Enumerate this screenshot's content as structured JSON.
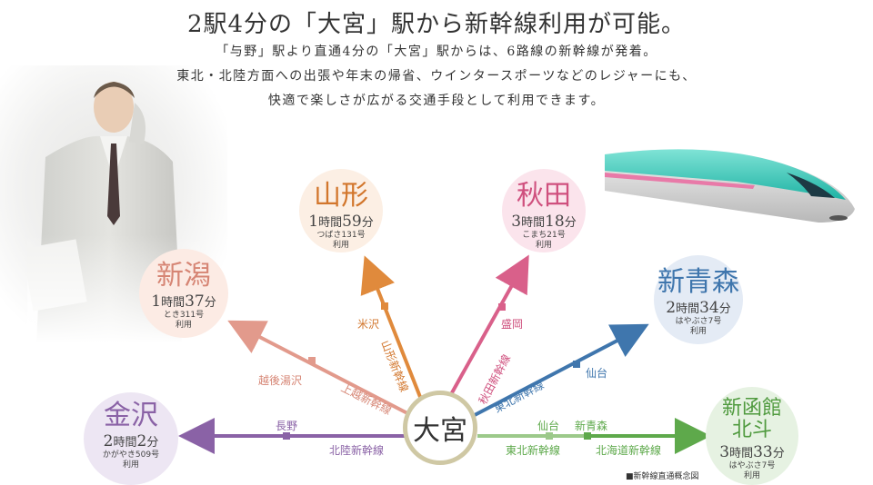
{
  "title": "2駅4分の「大宮」駅から新幹線利用が可能。",
  "lead": [
    "「与野」駅より直通4分の「大宮」駅からは、6路線の新幹線が発着。",
    "東北・北陸方面への出張や年末の帰省、ウインタースポーツなどのレジャーにも、",
    "快適で楽しさが広がる交通手段として利用できます。"
  ],
  "hub": "大宮",
  "destinations": {
    "yamagata": {
      "name": "山形",
      "hours": "1",
      "h_unit": "時間",
      "mins": "59",
      "m_unit": "分",
      "train": "つばさ131号",
      "use": "利用"
    },
    "akita": {
      "name": "秋田",
      "hours": "3",
      "h_unit": "時間",
      "mins": "18",
      "m_unit": "分",
      "train": "こまち21号",
      "use": "利用"
    },
    "niigata": {
      "name": "新潟",
      "hours": "1",
      "h_unit": "時間",
      "mins": "37",
      "m_unit": "分",
      "train": "とき311号",
      "use": "利用"
    },
    "shinaomori": {
      "name": "新青森",
      "hours": "2",
      "h_unit": "時間",
      "mins": "34",
      "m_unit": "分",
      "train": "はやぶさ7号",
      "use": "利用"
    },
    "kanazawa": {
      "name": "金沢",
      "hours": "2",
      "h_unit": "時間",
      "mins": "2",
      "m_unit": "分",
      "train": "かがやき509号",
      "use": "利用"
    },
    "hakodate": {
      "name": "新函館",
      "name2": "北斗",
      "hours": "3",
      "h_unit": "時間",
      "mins": "33",
      "m_unit": "分",
      "train": "はやぶさ7号",
      "use": "利用"
    }
  },
  "lines": {
    "joetsu": {
      "label": "上越新幹線",
      "station": "越後湯沢"
    },
    "yamagata": {
      "label": "山形新幹線",
      "station": "米沢"
    },
    "akita": {
      "label": "秋田新幹線",
      "station": "盛岡"
    },
    "tohoku_ne": {
      "label": "東北新幹線",
      "station": "仙台"
    },
    "hokuriku": {
      "label": "北陸新幹線",
      "station": "長野"
    },
    "tohoku_e": {
      "label": "東北新幹線",
      "station": "仙台"
    },
    "hokkaido": {
      "label": "北海道新幹線",
      "station": "新青森"
    }
  },
  "colors": {
    "joetsu": "#e29a8c",
    "yamagata": "#e08a3c",
    "akita": "#d9608a",
    "tohoku": "#3f76ad",
    "hokuriku": "#8a62a6",
    "hokkaido": "#5ea94b",
    "tohoku_green": "#9cc98a"
  },
  "note": "■新幹線直通概念図"
}
